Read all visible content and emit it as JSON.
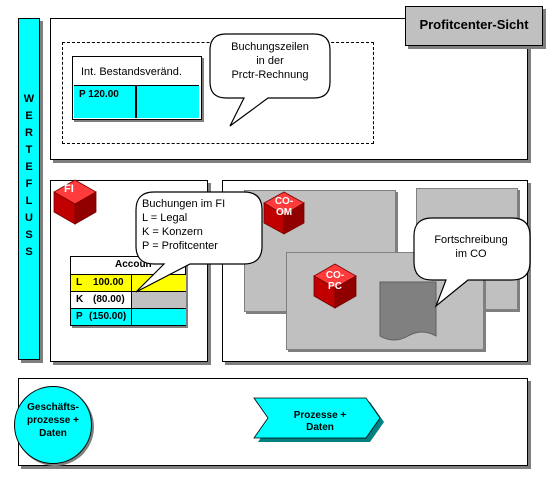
{
  "header": {
    "title": "Profitcenter-Sicht"
  },
  "side_bar": {
    "label": "WERTEFLUSS",
    "letters": [
      "W",
      "E",
      "R",
      "T",
      "E",
      "F",
      "L",
      "U",
      "S",
      "S"
    ]
  },
  "top_panel": {
    "account_box": {
      "title": "Int. Bestandsveränd.",
      "row_label": "P 120.00"
    },
    "bubble": {
      "lines": [
        "Buchungszeilen",
        "in der",
        "Prctr-Rechnung"
      ]
    }
  },
  "fi_panel": {
    "badge": "FI",
    "bubble": {
      "lines": [
        "Buchungen im FI",
        "L  = Legal",
        "K = Konzern",
        "P = Profitcenter"
      ]
    },
    "account_table": {
      "header": "Accoun",
      "rows": [
        {
          "prefix": "L",
          "value": "100.00",
          "color": "#ffff00"
        },
        {
          "prefix": "K",
          "value": "(80.00)",
          "color": "#c0c0c0"
        },
        {
          "prefix": "P",
          "value": "(150.00)",
          "color": "#00ffff"
        }
      ]
    }
  },
  "co_panel": {
    "badge_om": [
      "CO-",
      "OM"
    ],
    "badge_pc": [
      "CO-",
      "PC"
    ],
    "bubble": {
      "lines": [
        "Fortschreibung",
        "im CO"
      ]
    }
  },
  "bottom_panel": {
    "circle": {
      "lines": [
        "Geschäfts-",
        "prozesse +",
        "Daten"
      ]
    },
    "arrow": {
      "lines": [
        "Prozesse +",
        "Daten"
      ]
    }
  },
  "colors": {
    "cyan": "#00ffff",
    "yellow": "#ffff00",
    "red_badge": "#e3001b",
    "gray": "#c0c0c0",
    "dark_gray": "#808080",
    "header_gray": "#c0c0c0"
  }
}
